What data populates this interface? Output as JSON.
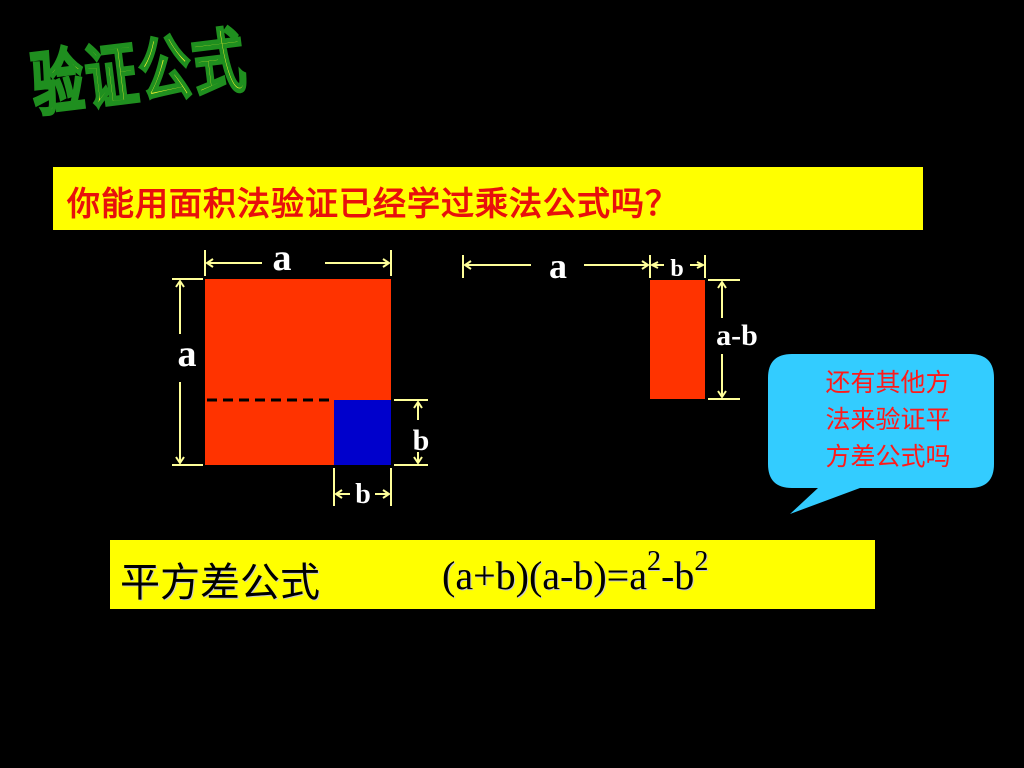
{
  "title": "验证公式",
  "question": "你能用面积法验证已经学过乘法公式吗？",
  "diagram": {
    "left_square": {
      "top_label": "a",
      "side_label": "a",
      "small_side_label": "b",
      "small_bottom_label": "b"
    },
    "right_rect": {
      "a_label": "a",
      "b_label": "b",
      "side_label": "a-b"
    },
    "colors": {
      "red_region": "#ff3300",
      "blue_square": "#0000cc",
      "dimension_lines": "#ffff99",
      "label_text": "#ffffff"
    }
  },
  "callout": {
    "lines": [
      "还有其他方",
      "法来验证平",
      "方差公式吗"
    ],
    "fill": "#33ccff"
  },
  "formula": {
    "label": "平方差公式",
    "expr_base": "(a+b)(a-b)=a",
    "exp1": "2",
    "middle": "-b",
    "exp2": "2"
  }
}
